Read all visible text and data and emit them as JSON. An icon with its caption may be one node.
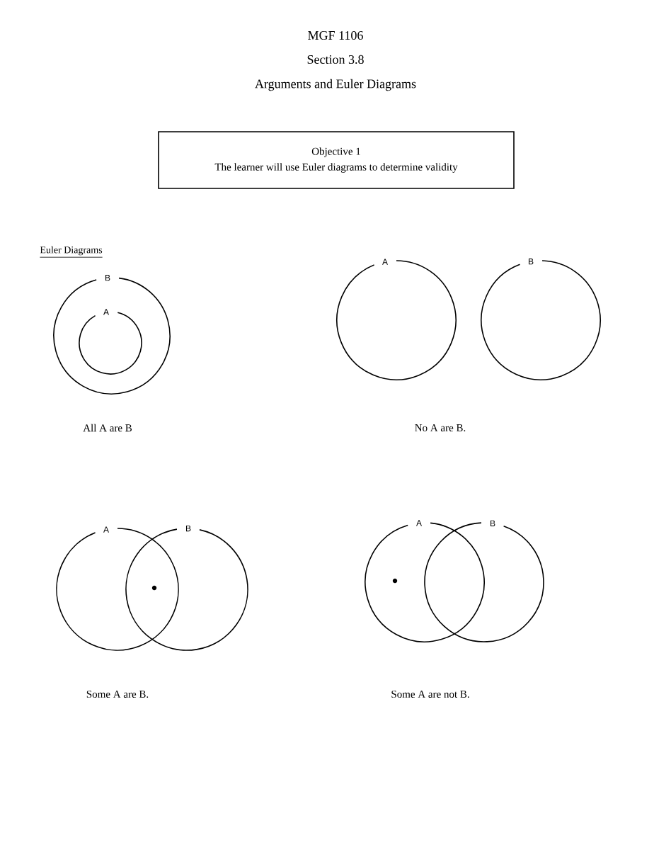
{
  "diagram": {
    "title": "Arguments and Euler Diagrams",
    "nodes": [
      {
        "text": [
          "Objective 1",
          "The learner will use Euler diagrams to determine validity"
        ]
      },
      {
        "text": [
          "B"
        ]
      },
      {
        "text": [
          "A"
        ],
        "in": 1
      },
      {
        "text": [
          "A"
        ]
      },
      {
        "text": [
          "B"
        ]
      },
      {
        "text": [
          "A"
        ]
      },
      {
        "text": [
          "B"
        ]
      },
      {
        "text": [
          "A"
        ]
      },
      {
        "text": [
          "B"
        ]
      }
    ],
    "labels": [
      "MGF 1106",
      "Section 3.8",
      "Euler Diagrams",
      "All A are B",
      "No A are B.",
      "Some A are B.",
      "Some A are not B."
    ]
  }
}
